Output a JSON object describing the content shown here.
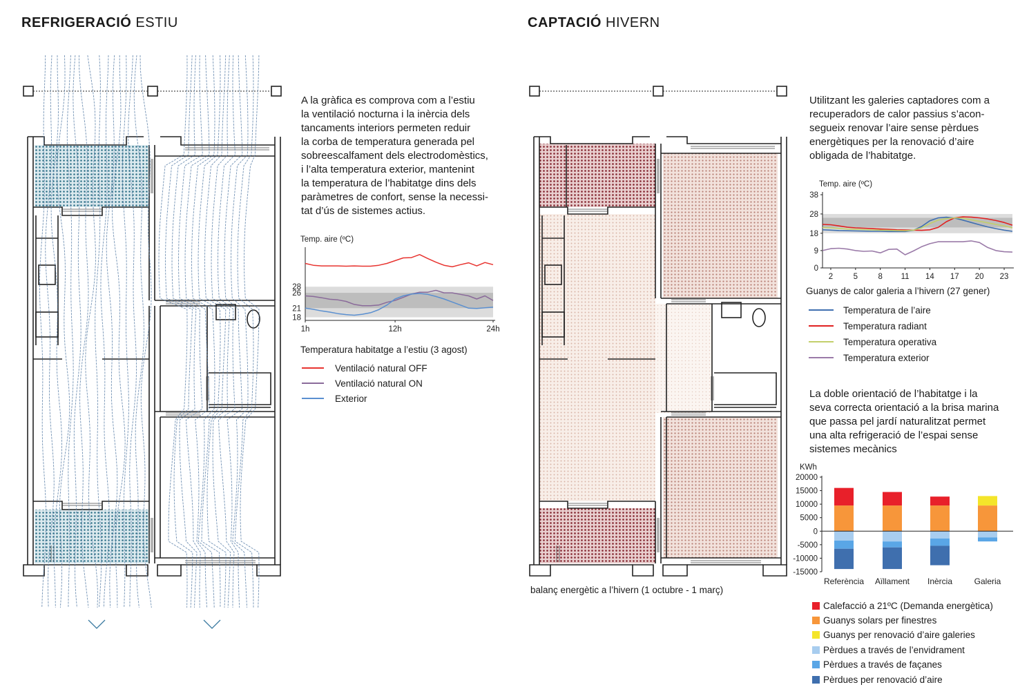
{
  "summer": {
    "title_bold": "REFRIGERACIÓ",
    "title_rest": "ESTIU",
    "paragraph": [
      "A la gràfica es comprova com a l’estiu",
      "la ventilació nocturna i la inèrcia dels",
      "tancaments interiors permeten reduir",
      "la corba de temperatura generada pel",
      "sobreescalfament dels electrodomèstics,",
      "i l’alta temperatura exterior, mantenint",
      "la temperatura de l’habitatge dins dels",
      "paràmetres de confort, sense la necessi-",
      "tat d’ús de sistemes actius."
    ],
    "chart_caption": "Temperatura habitatge a l’estiu (3 agost)",
    "legend": [
      {
        "label": "Ventilació natural OFF",
        "color": "#e8332f"
      },
      {
        "label": "Ventilació natural ON",
        "color": "#8a6a9a"
      },
      {
        "label": "Exterior",
        "color": "#5a8fd0"
      }
    ]
  },
  "winter": {
    "title_bold": "CAPTACIÓ",
    "title_rest": "HIVERN",
    "paragraph": [
      "Utilitzant les galeries captadores com a",
      "recuperadors de calor passius s’acon-",
      "segueix renovar l’aire sense pèrdues",
      "energètiques per la renovació d’aire",
      "obligada de l’habitatge."
    ],
    "plan_caption": "balanç energètic a l’hivern (1 octubre - 1 març)",
    "chart_caption": "Guanys de calor galeria a l’hivern (27 gener)",
    "legend": [
      {
        "label": "Temperatura de l’aire",
        "color": "#3f6fb0"
      },
      {
        "label": "Temperatura radiant",
        "color": "#e02020"
      },
      {
        "label": "Temperatura operativa",
        "color": "#c2cf6a"
      },
      {
        "label": "Temperatura exterior",
        "color": "#9a7aa8"
      }
    ],
    "paragraph2": [
      "La doble orientació de l’habitatge i la",
      "seva correcta orientació a la brisa marina",
      "que passa pel jardí naturalitzat permet",
      "una alta refrigeració de l’espai sense",
      "sistemes mecànics"
    ],
    "bar_legend": [
      {
        "label": "Calefacció a 21ºC (Demanda energètica)",
        "color": "#e8202a"
      },
      {
        "label": "Guanys solars per finestres",
        "color": "#f7963a"
      },
      {
        "label": "Guanys per renovació d’aire galeries",
        "color": "#f4e52a"
      },
      {
        "label": "Pèrdues a través de l’envidrament",
        "color": "#a8cdef"
      },
      {
        "label": "Pèrdues a través de façanes",
        "color": "#5aa6e6"
      },
      {
        "label": "Pèrdues per renovació d’aire",
        "color": "#3f6fae"
      }
    ]
  },
  "chart_data": [
    {
      "type": "line",
      "ylabel": "Temp. aire (ºC)",
      "x_ticks": [
        "1h",
        "12h",
        "24h"
      ],
      "y_ticks": [
        18,
        21,
        26,
        28
      ],
      "ylim": [
        17,
        40
      ],
      "comfort_band": [
        18,
        28
      ],
      "inner_band": [
        21,
        26
      ],
      "x": [
        1,
        2,
        3,
        4,
        5,
        6,
        7,
        8,
        9,
        10,
        11,
        12,
        13,
        14,
        15,
        16,
        17,
        18,
        19,
        20,
        21,
        22,
        23,
        24
      ],
      "series": [
        {
          "name": "Ventilació natural OFF",
          "color": "#e8332f",
          "values": [
            35.6,
            35.0,
            34.8,
            34.8,
            34.8,
            34.7,
            34.8,
            34.7,
            34.7,
            35.0,
            35.6,
            36.5,
            37.4,
            37.5,
            38.5,
            37.2,
            36.0,
            35.0,
            34.5,
            35.2,
            35.8,
            34.8,
            35.9,
            35.2
          ]
        },
        {
          "name": "Ventilació natural ON",
          "color": "#8a6a9a",
          "values": [
            25.0,
            24.8,
            24.4,
            23.9,
            23.7,
            23.2,
            22.2,
            21.8,
            21.8,
            22.0,
            22.9,
            23.5,
            24.5,
            25.6,
            26.2,
            26.2,
            26.8,
            26.0,
            26.0,
            25.5,
            25.0,
            24.0,
            25.0,
            23.5
          ]
        },
        {
          "name": "Exterior",
          "color": "#5a8fd0",
          "values": [
            21.0,
            20.6,
            20.1,
            19.7,
            19.2,
            18.9,
            18.7,
            19.0,
            19.5,
            20.5,
            22.0,
            24.0,
            25.0,
            25.6,
            25.8,
            25.5,
            24.8,
            24.0,
            23.0,
            22.0,
            21.0,
            20.9,
            21.1,
            21.3
          ]
        }
      ]
    },
    {
      "type": "line",
      "ylabel": "Temp. aire (ºC)",
      "x_ticks": [
        2,
        5,
        8,
        11,
        14,
        17,
        20,
        23
      ],
      "y_ticks": [
        0,
        9,
        18,
        28,
        38
      ],
      "ylim": [
        0,
        38
      ],
      "comfort_band": [
        18,
        28
      ],
      "inner_band": [
        21,
        26
      ],
      "x": [
        1,
        2,
        3,
        4,
        5,
        6,
        7,
        8,
        9,
        10,
        11,
        12,
        13,
        14,
        15,
        16,
        17,
        18,
        19,
        20,
        21,
        22,
        23,
        24
      ],
      "series": [
        {
          "name": "Temperatura de l’aire",
          "color": "#3f6fb0",
          "values": [
            19.8,
            19.6,
            19.4,
            19.3,
            19.2,
            19.1,
            19.0,
            19.0,
            18.9,
            18.9,
            18.9,
            19.5,
            21.5,
            24.5,
            26.0,
            26.3,
            25.9,
            24.8,
            23.6,
            22.4,
            21.3,
            20.4,
            19.6,
            19.0
          ]
        },
        {
          "name": "Temperatura radiant",
          "color": "#e02020",
          "values": [
            22.6,
            22.4,
            21.8,
            21.1,
            20.8,
            20.6,
            20.4,
            20.2,
            20.0,
            19.8,
            19.7,
            19.6,
            19.5,
            19.8,
            21.0,
            24.0,
            26.0,
            26.5,
            26.4,
            26.0,
            25.4,
            24.6,
            23.6,
            22.2
          ]
        },
        {
          "name": "Temperatura operativa",
          "color": "#c2cf6a",
          "values": [
            21.0,
            20.8,
            20.5,
            20.2,
            20.0,
            19.9,
            19.7,
            19.6,
            19.5,
            19.4,
            19.3,
            19.6,
            20.8,
            23.0,
            24.8,
            25.6,
            26.0,
            25.8,
            25.0,
            24.2,
            23.4,
            22.6,
            21.8,
            20.8
          ]
        },
        {
          "name": "Temperatura exterior",
          "color": "#9a7aa8",
          "values": [
            9.0,
            10.0,
            10.2,
            9.8,
            9.0,
            8.6,
            8.8,
            7.8,
            9.6,
            9.8,
            6.8,
            8.8,
            11.0,
            12.6,
            13.6,
            13.6,
            13.6,
            13.6,
            14.0,
            13.2,
            10.6,
            9.0,
            8.4,
            8.2
          ]
        }
      ]
    },
    {
      "type": "bar",
      "stacked": true,
      "ylabel": "KWh",
      "categories": [
        "Referència",
        "Aïllament",
        "Inèrcia",
        "Galeria"
      ],
      "y_ticks": [
        -15000,
        -10000,
        -5000,
        0,
        5000,
        10000,
        15000,
        20000
      ],
      "ylim": [
        -15000,
        20000
      ],
      "series": [
        {
          "name": "Calefacció a 21ºC (Demanda energètica)",
          "color": "#e8202a",
          "values": [
            6500,
            5000,
            3300,
            0
          ]
        },
        {
          "name": "Guanys solars per finestres",
          "color": "#f7963a",
          "values": [
            9500,
            9500,
            9500,
            9500
          ]
        },
        {
          "name": "Guanys per renovació d’aire galeries",
          "color": "#f4e52a",
          "values": [
            0,
            0,
            0,
            3500
          ]
        },
        {
          "name": "Pèrdues a través de l’envidrament",
          "color": "#a8cdef",
          "values": [
            -3500,
            -3800,
            -2700,
            -2300
          ]
        },
        {
          "name": "Pèrdues a través de façanes",
          "color": "#5aa6e6",
          "values": [
            -3000,
            -2200,
            -2700,
            -1500
          ]
        },
        {
          "name": "Pèrdues per renovació d’aire",
          "color": "#3f6fae",
          "values": [
            -7500,
            -8000,
            -7200,
            0
          ]
        }
      ]
    }
  ]
}
